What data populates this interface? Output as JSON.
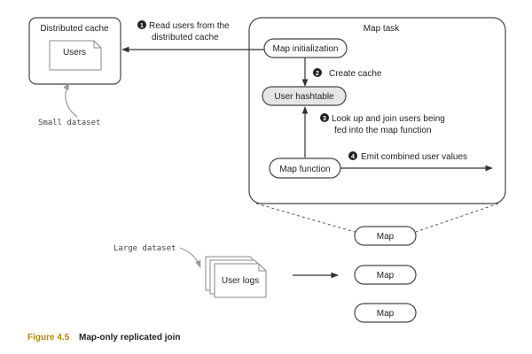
{
  "distributed_cache": {
    "title": "Distributed cache",
    "file": "Users"
  },
  "small_dataset_label": "Small dataset",
  "large_dataset_label": "Large dataset",
  "map_task": {
    "title": "Map task",
    "init": "Map initialization",
    "hashtable": "User hashtable",
    "function": "Map function"
  },
  "steps": [
    {
      "num": "1",
      "lines": [
        "Read users from the",
        "distributed cache"
      ]
    },
    {
      "num": "2",
      "lines": [
        "Create cache"
      ]
    },
    {
      "num": "3",
      "lines": [
        "Look up and join users being",
        "fed into the map function"
      ]
    },
    {
      "num": "4",
      "lines": [
        "Emit combined user values"
      ]
    }
  ],
  "user_logs": "User logs",
  "maps": [
    "Map",
    "Map",
    "Map"
  ],
  "figure": {
    "label": "Figure 4.5",
    "title": "Map-only replicated join"
  },
  "colors": {
    "caption_label": "#b8860b",
    "hashtable_fill": "#e6e6e6",
    "step_circle": "#222222"
  }
}
